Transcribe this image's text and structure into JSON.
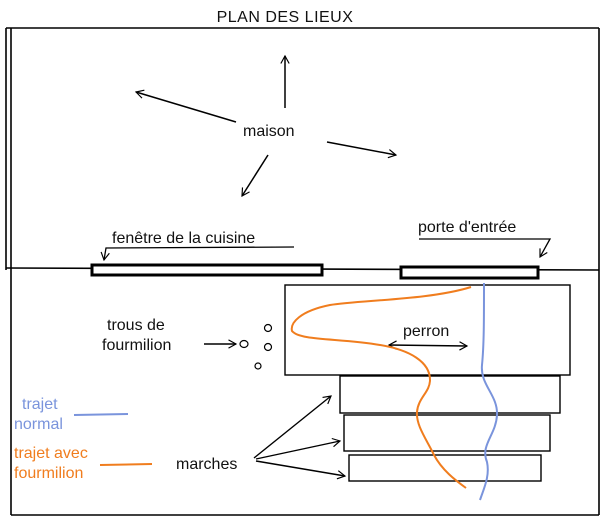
{
  "title": "PLAN DES LIEUX",
  "labels": {
    "maison": "maison",
    "fenetre": "fenêtre de la cuisine",
    "porte": "porte d'entrée",
    "trous_line1": "trous de",
    "trous_line2": "fourmilion",
    "perron": "perron",
    "marches": "marches"
  },
  "legend": {
    "normal_line1": "trajet",
    "normal_line2": "normal",
    "fourmilion_line1": "trajet avec",
    "fourmilion_line2": "fourmilion"
  },
  "colors": {
    "line": "#000000",
    "trajet_normal": "#7a94dc",
    "trajet_fourmilion": "#f07d1e"
  }
}
